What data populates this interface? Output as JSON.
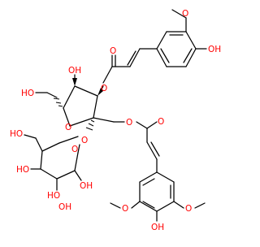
{
  "molecule": {
    "colors": {
      "bond": "#000000",
      "oxygen": "#ff0000",
      "background": "#ffffff"
    },
    "labels": {
      "oh_top_right": "OH",
      "o_methoxy_top": "O",
      "o_ketone_top": "O",
      "o_ester_top": "O",
      "oh_ring_top": "OH",
      "ho_hydroxymethyl": "HO",
      "o_furanose": "O",
      "o_glycosidic": "O",
      "o_ester_bottom": "O",
      "o_ketone_bottom": "O",
      "o_pyranose": "O",
      "oh_pyr_left": "HO",
      "oh_pyr_c4": "HO",
      "oh_pyr_c3": "HO",
      "oh_pyr_c2": "OH",
      "oh_pyr_c3b": "OH",
      "o_methoxy_bl": "O",
      "oh_bottom": "OH",
      "o_methoxy_br": "O"
    }
  }
}
